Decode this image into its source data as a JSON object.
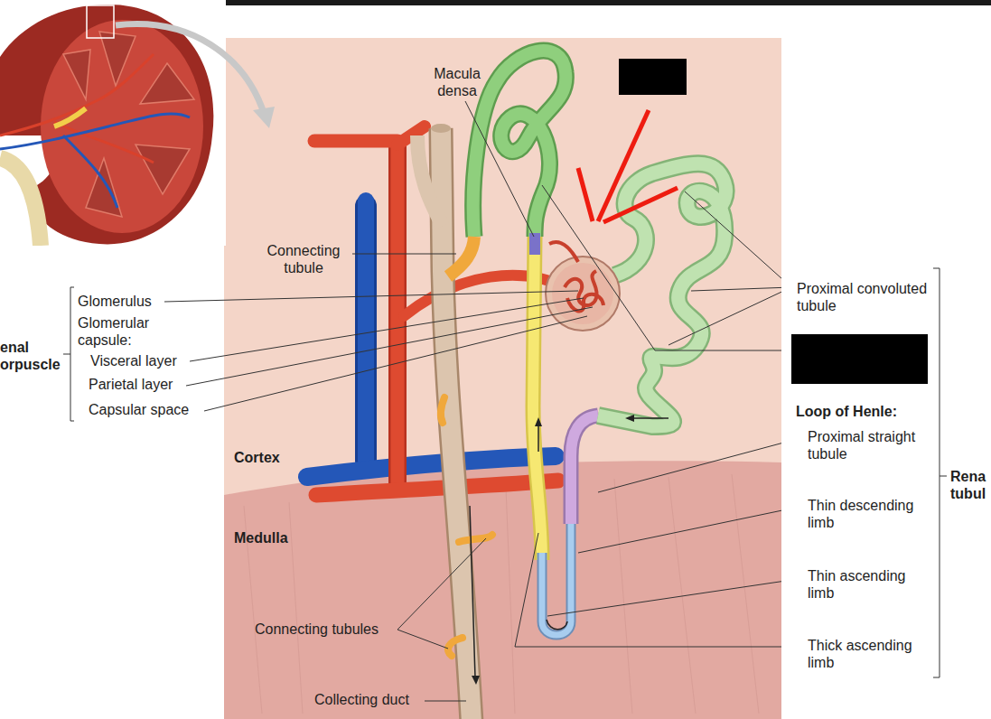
{
  "diagram": {
    "labels": [
      "Macula densa",
      "Connecting tubule",
      "Glomerulus",
      "Glomerular capsule:",
      "Visceral layer",
      "Parietal layer",
      "Capsular space",
      "enal orpuscle",
      "Cortex",
      "Medulla",
      "Connecting tubules",
      "Collecting duct",
      "Proximal convoluted tubule",
      "Loop of Henle:",
      "Proximal straight tubule",
      "Thin descending limb",
      "Thin ascending limb",
      "Thick ascending limb",
      "Rena tubul"
    ]
  }
}
